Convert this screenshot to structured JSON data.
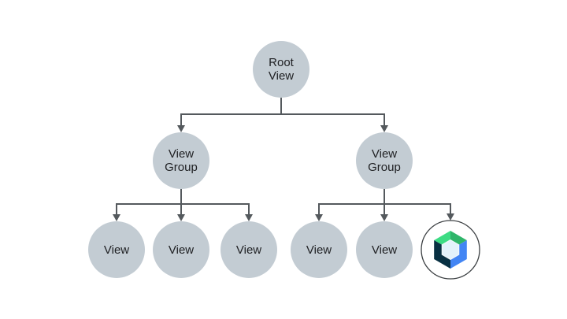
{
  "diagram": {
    "description": "Android View hierarchy tree with Jetpack Compose node",
    "colors": {
      "canvas_bg": "#ffffff",
      "node_fill": "#c3ccd3",
      "edge_line": "#54595d",
      "label_text": "#202124",
      "logo_ring": "#3c4043",
      "compose_green_light": "#3ddc84",
      "compose_green_dark": "#2fb56a",
      "compose_blue": "#4285f4",
      "compose_navy": "#083042",
      "compose_center": "#e3f2fb"
    },
    "nodes": {
      "root": {
        "line1": "Root",
        "line2": "View"
      },
      "left_group": {
        "line1": "View",
        "line2": "Group"
      },
      "right_group": {
        "line1": "View",
        "line2": "Group"
      },
      "left_view_1": {
        "label": "View"
      },
      "left_view_2": {
        "label": "View"
      },
      "left_view_3": {
        "label": "View"
      },
      "right_view_1": {
        "label": "View"
      },
      "right_view_2": {
        "label": "View"
      },
      "compose": {
        "icon": "jetpack-compose-logo"
      }
    }
  }
}
